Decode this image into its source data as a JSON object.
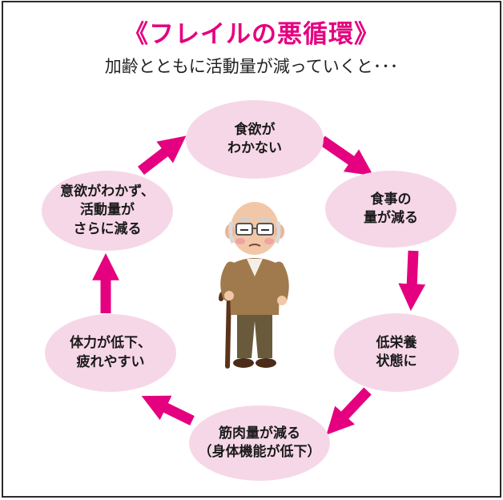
{
  "title": "《フレイルの悪循環》",
  "subtitle": "加齢とともに活動量が減っていくと･･･",
  "cycle_nodes": [
    {
      "lines": [
        "食欲が",
        "わかない"
      ]
    },
    {
      "lines": [
        "食事の",
        "量が減る"
      ]
    },
    {
      "lines": [
        "低栄養",
        "状態に"
      ]
    },
    {
      "lines": [
        "筋肉量が減る",
        "（身体機能が低下）"
      ]
    },
    {
      "lines": [
        "体力が低下、",
        "疲れやすい"
      ]
    },
    {
      "lines": [
        "意欲がわかず、",
        "活動量が",
        "さらに減る"
      ]
    }
  ],
  "colors": {
    "accent": "#e4007f",
    "node_fill": "#f6d7e7",
    "border": "#2b2b2b"
  },
  "illustration": {
    "subject": "elderly-man-with-cane"
  }
}
